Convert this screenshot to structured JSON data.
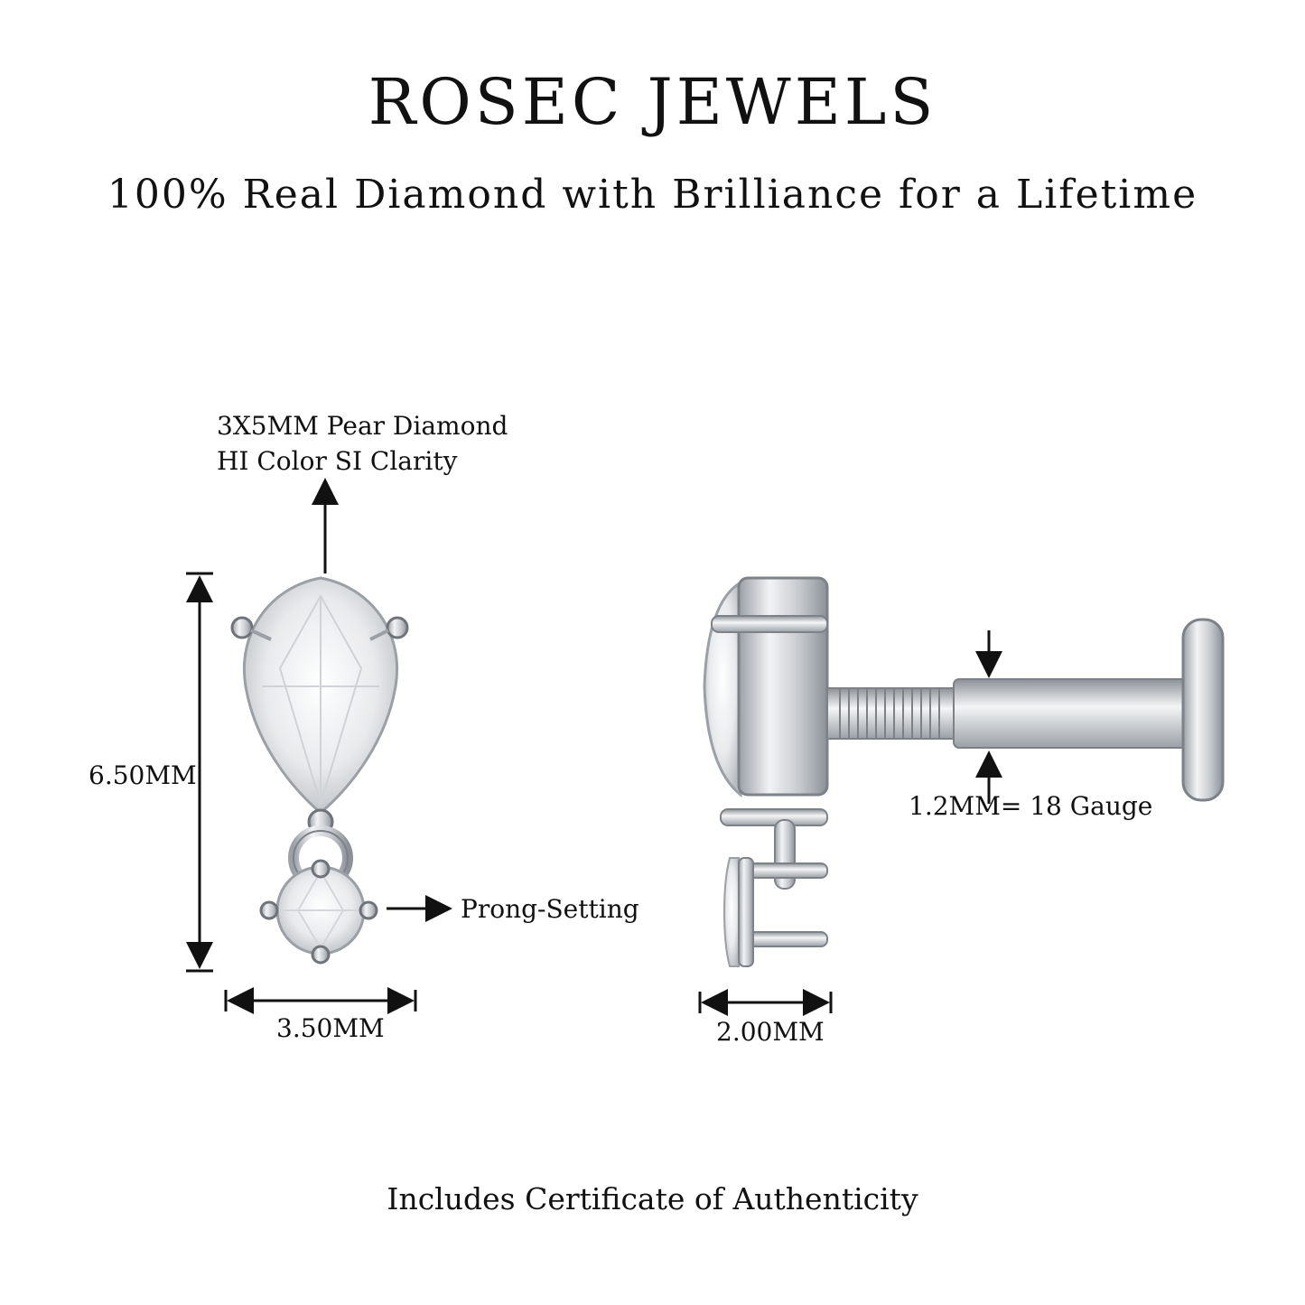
{
  "header": {
    "brand": "ROSEC JEWELS",
    "tagline": "100% Real Diamond with Brilliance for a Lifetime"
  },
  "front_view": {
    "stone_line1": "3X5MM Pear Diamond",
    "stone_line2": "HI Color SI  Clarity",
    "height_label": "6.50MM",
    "width_label": "3.50MM",
    "setting_label": "Prong-Setting"
  },
  "side_view": {
    "depth_label": "2.00MM",
    "gauge_label": "1.2MM= 18 Gauge"
  },
  "footer": {
    "text": "Includes Certificate of Authenticity"
  },
  "colors": {
    "metal": "#c9ccd0",
    "metal_dark": "#8a8f96",
    "text": "#111111"
  }
}
